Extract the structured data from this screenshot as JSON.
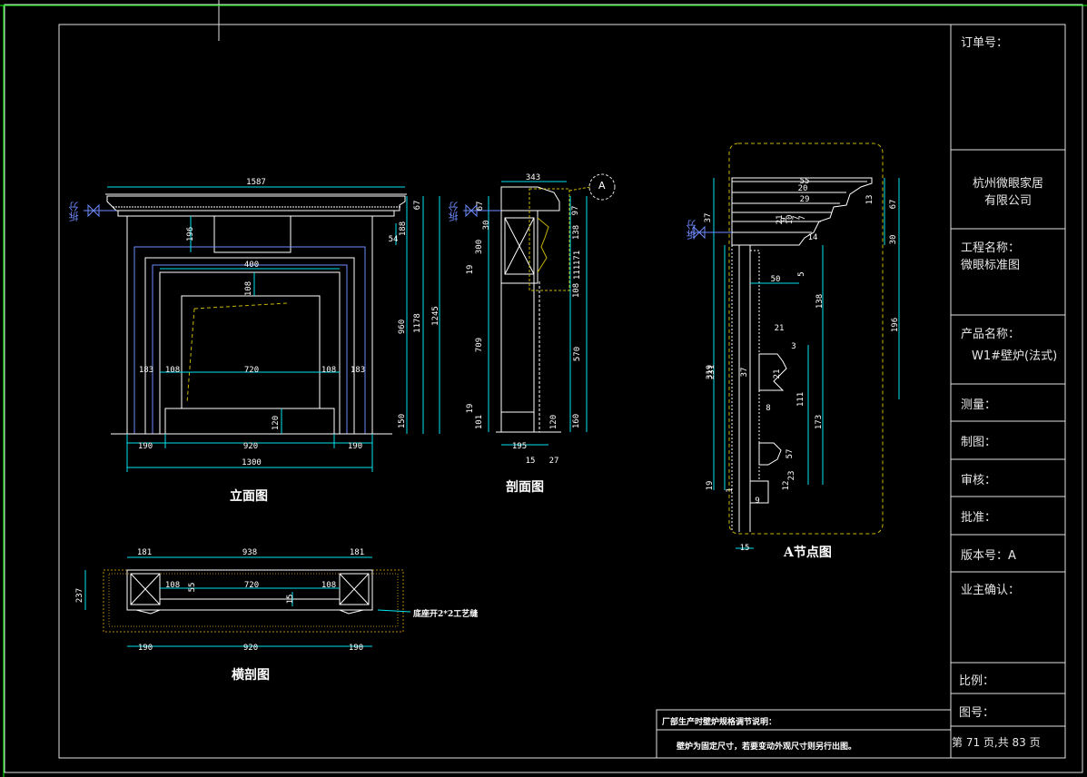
{
  "title_block": {
    "order_no": "订单号：",
    "company_line1": "杭州微眼家居",
    "company_line2": "有限公司",
    "project_label": "工程名称：",
    "project_value": "微眼标准图",
    "product_label": "产品名称：",
    "product_value": "W1#壁炉(法式)",
    "measure": "测量：",
    "drafting": "制图：",
    "review": "审核：",
    "approve": "批准：",
    "version": "版本号：A",
    "owner_confirm": "业主确认：",
    "scale": "比例：",
    "drawing_no": "图号：",
    "page": "第 71 页,共 83 页"
  },
  "captions": {
    "elevation": "立面图",
    "section": "剖面图",
    "detail": "A节点图",
    "cross_section": "横剖图"
  },
  "labels": {
    "split": "拆分",
    "detail_marker": "A",
    "cross_note": "底座开2*2工艺缝"
  },
  "notes": {
    "heading": "厂部生产时壁炉规格调节说明：",
    "body": "壁炉为固定尺寸，若要变动外观尺寸则另行出图。"
  },
  "dimensions": {
    "elevation": [
      "1587",
      "196",
      "400",
      "108",
      "1300",
      "190",
      "920",
      "190",
      "183",
      "108",
      "720",
      "108",
      "183",
      "120",
      "67",
      "188",
      "54",
      "960",
      "1178",
      "1245",
      "150"
    ],
    "section": [
      "343",
      "67",
      "30",
      "300",
      "19",
      "709",
      "19",
      "101",
      "195",
      "15",
      "27",
      "97",
      "138",
      "171",
      "111",
      "108",
      "570",
      "120",
      "160"
    ],
    "detail": [
      "55",
      "20",
      "29",
      "37",
      "21",
      "9",
      "10",
      "7",
      "7",
      "14",
      "50",
      "5",
      "13",
      "67",
      "30",
      "196",
      "138",
      "21",
      "3",
      "37",
      "21",
      "319",
      "231",
      "111",
      "173",
      "8",
      "57",
      "12",
      "23",
      "19",
      "1",
      "9",
      "15"
    ],
    "cross": [
      "181",
      "938",
      "181",
      "237",
      "108",
      "55",
      "720",
      "15",
      "108",
      "190",
      "920",
      "190"
    ]
  },
  "colors": {
    "background": "#000000",
    "frame": "#e0e0e0",
    "dimension": "#00e5ee",
    "outline": "#ffffff",
    "blue_outline": "#6f8cff",
    "detail_boundary": "#c8b400",
    "hatch": "#b8860b",
    "split_label": "#6f8cff"
  }
}
